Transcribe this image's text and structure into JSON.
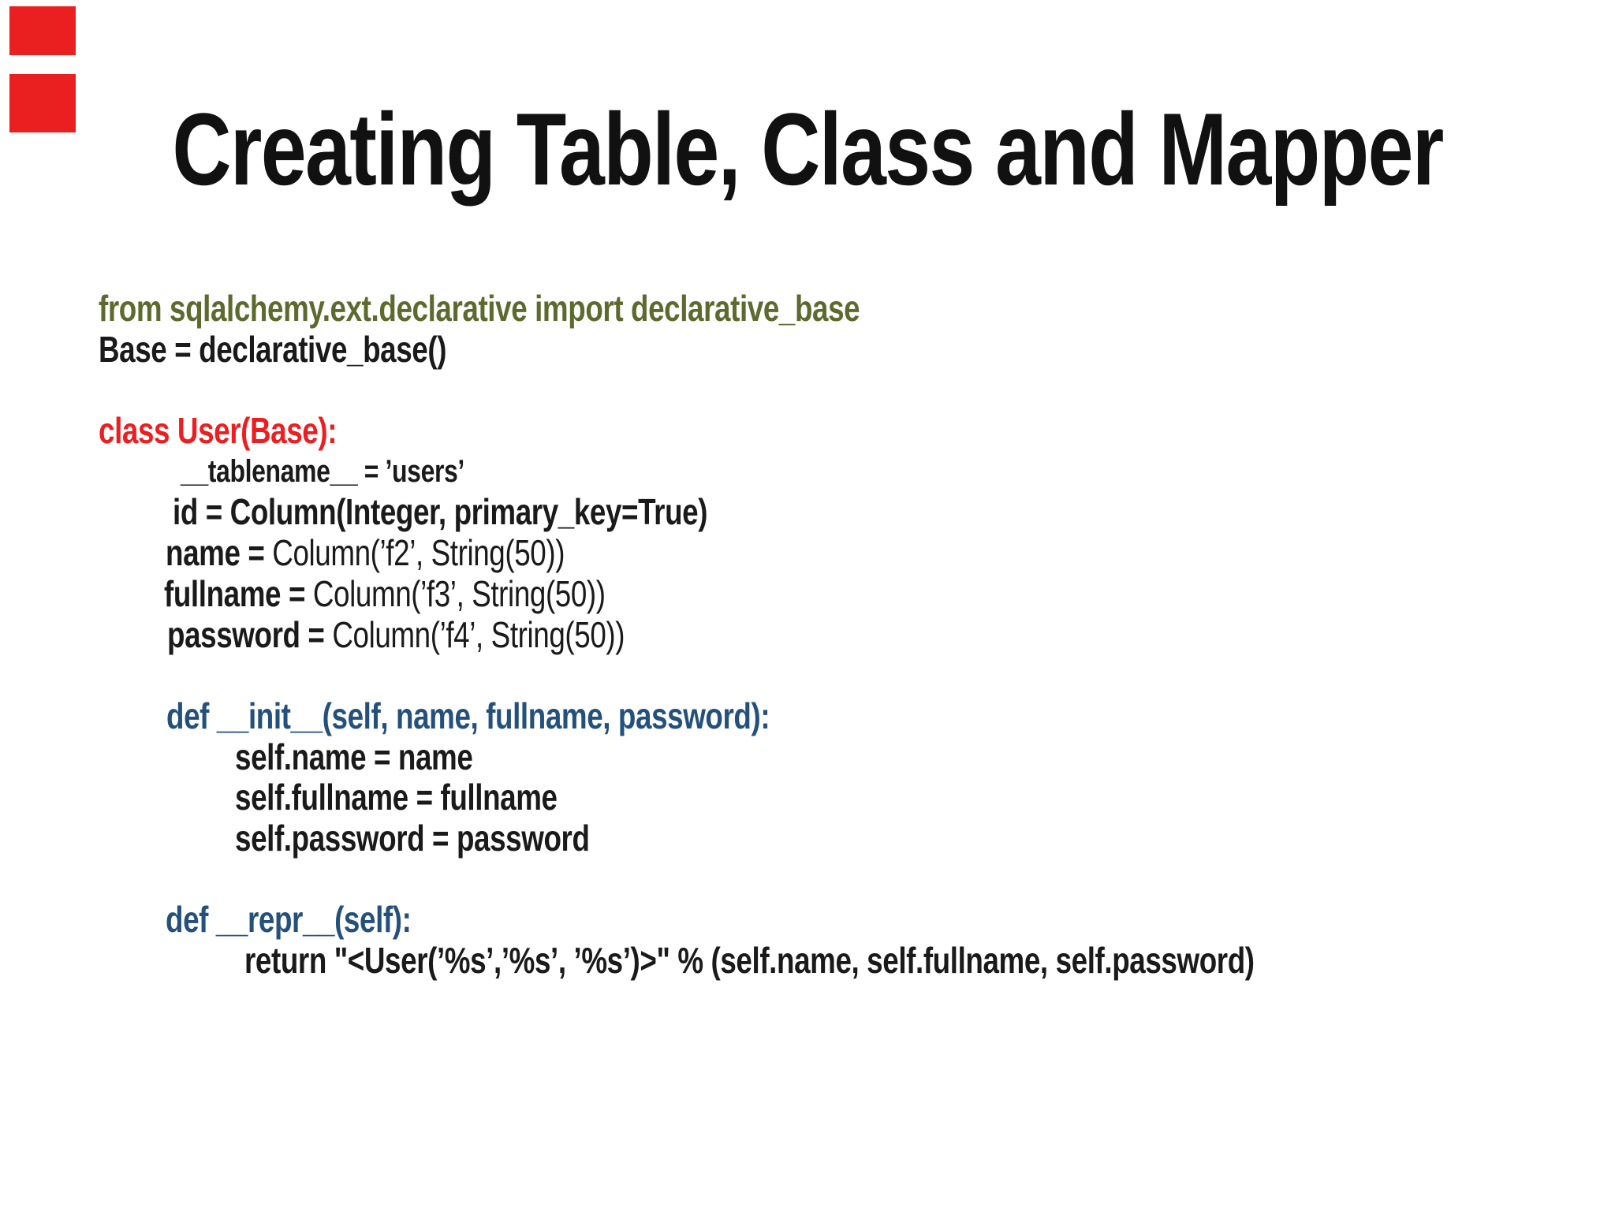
{
  "slide": {
    "title": "Creating Table, Class and Mapper"
  },
  "decor": {
    "corner_bars": [
      "top-red-bar",
      "bottom-red-bar"
    ]
  },
  "colors": {
    "background": "#ffffff",
    "title_black": "#111111",
    "corner_red": "#e9201f",
    "green": "#5c6a2e",
    "red": "#ee1d20",
    "blue": "#24507c",
    "black": "#1a1a1a"
  },
  "code": {
    "lines": [
      {
        "indent": 125,
        "size": 46,
        "segments": [
          {
            "text": "from sqlalchemy.ext.declarative import declarative_base",
            "color": "green",
            "bold": true
          }
        ]
      },
      {
        "indent": 125,
        "size": 46,
        "segments": [
          {
            "text": "Base = declarative_base()",
            "color": "black",
            "bold": true
          }
        ]
      },
      {
        "indent": 125,
        "size": 46,
        "segments": []
      },
      {
        "indent": 125,
        "size": 46,
        "segments": [
          {
            "text": "class User(Base):",
            "color": "red",
            "bold": true
          }
        ]
      },
      {
        "indent": 229,
        "size": 40,
        "segments": [
          {
            "text": "__tablename__ = ’users’",
            "color": "black",
            "bold": true
          }
        ]
      },
      {
        "indent": 219,
        "size": 46,
        "segments": [
          {
            "text": "id = Column(Integer, primary_key=True)",
            "color": "black",
            "bold": true
          }
        ]
      },
      {
        "indent": 210,
        "size": 46,
        "segments": [
          {
            "text": "name = ",
            "color": "black",
            "bold": true
          },
          {
            "text": "Column(’f2’, String(50))",
            "color": "black",
            "bold": false
          }
        ]
      },
      {
        "indent": 208,
        "size": 46,
        "segments": [
          {
            "text": "fullname = ",
            "color": "black",
            "bold": true
          },
          {
            "text": "Column(’f3’, String(50))",
            "color": "black",
            "bold": false
          }
        ]
      },
      {
        "indent": 212,
        "size": 46,
        "segments": [
          {
            "text": "password = ",
            "color": "black",
            "bold": true
          },
          {
            "text": "Column(’f4’, String(50))",
            "color": "black",
            "bold": false
          }
        ]
      },
      {
        "indent": 125,
        "size": 46,
        "segments": []
      },
      {
        "indent": 211,
        "size": 46,
        "segments": [
          {
            "text": "def __init__(self, name, fullname, password):",
            "color": "blue",
            "bold": true
          }
        ]
      },
      {
        "indent": 298,
        "size": 46,
        "segments": [
          {
            "text": "self.name = name",
            "color": "black",
            "bold": true
          }
        ]
      },
      {
        "indent": 298,
        "size": 46,
        "segments": [
          {
            "text": "self.fullname = fullname",
            "color": "black",
            "bold": true
          }
        ]
      },
      {
        "indent": 298,
        "size": 46,
        "segments": [
          {
            "text": "self.password = password",
            "color": "black",
            "bold": true
          }
        ]
      },
      {
        "indent": 125,
        "size": 46,
        "segments": []
      },
      {
        "indent": 210,
        "size": 46,
        "segments": [
          {
            "text": "def __repr__(self):",
            "color": "blue",
            "bold": true
          }
        ]
      },
      {
        "indent": 310,
        "size": 46,
        "segments": [
          {
            "text": "return \"<User(’%s’,’%s’, ’%s’)>\" % (self.name, self.fullname, self.password)",
            "color": "black",
            "bold": true
          }
        ]
      }
    ]
  }
}
